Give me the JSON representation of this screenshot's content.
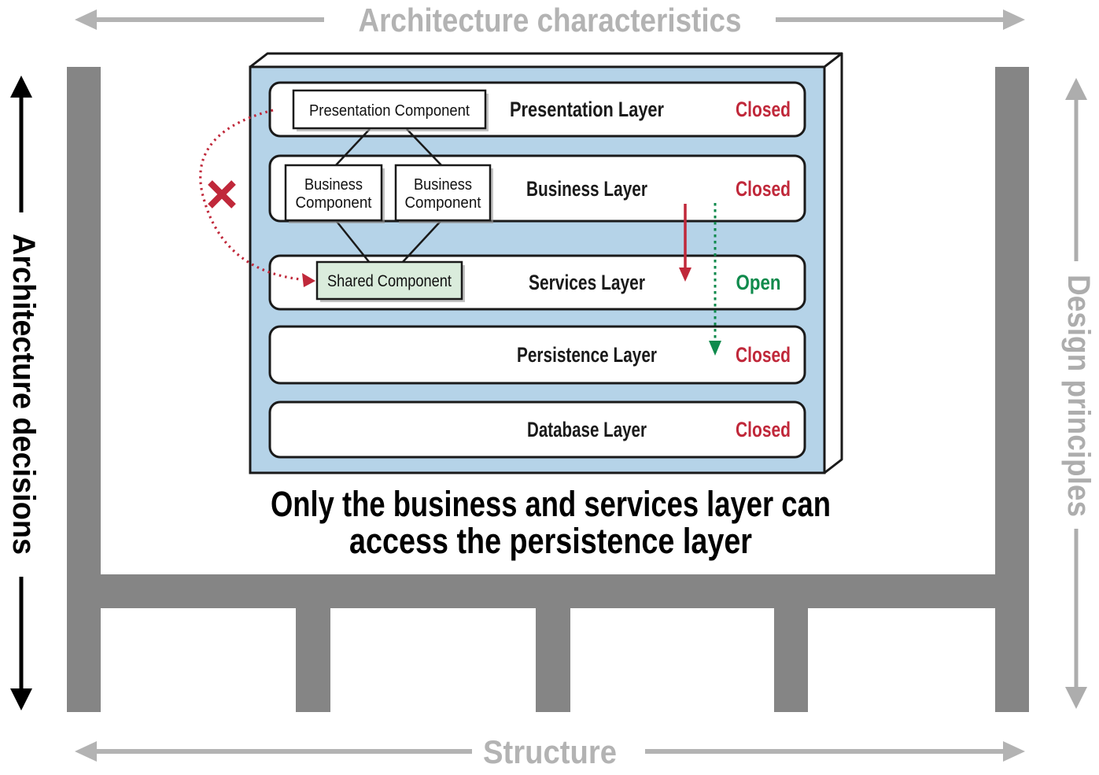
{
  "edges": {
    "top_label": "Architecture characteristics",
    "left_label": "Architecture decisions",
    "right_label": "Design principles",
    "bottom_label": "Structure"
  },
  "diagram": {
    "layers": [
      {
        "name": "Presentation Layer",
        "status": "Closed",
        "status_color": "#c0283a"
      },
      {
        "name": "Business Layer",
        "status": "Closed",
        "status_color": "#c0283a"
      },
      {
        "name": "Services Layer",
        "status": "Open",
        "status_color": "#0f8a4c"
      },
      {
        "name": "Persistence Layer",
        "status": "Closed",
        "status_color": "#c0283a"
      },
      {
        "name": "Database Layer",
        "status": "Closed",
        "status_color": "#c0283a"
      }
    ],
    "components": {
      "presentation_label": "Presentation Component",
      "business_label_line1": "Business",
      "business_label_line2": "Component",
      "shared_label": "Shared Component"
    },
    "caption_line1": "Only the business and services layer can",
    "caption_line2": "access the persistence layer"
  },
  "colors": {
    "layer_box_fill": "#b5d3e8",
    "shared_component_fill": "#daecdc",
    "closed_red": "#c0283a",
    "open_green": "#0f8a4c",
    "frame_gray": "#858585",
    "edge_arrow_gray": "#b3b3b3",
    "side_arrow_gray": "#adadad",
    "outline_black": "#1a1a1a"
  }
}
